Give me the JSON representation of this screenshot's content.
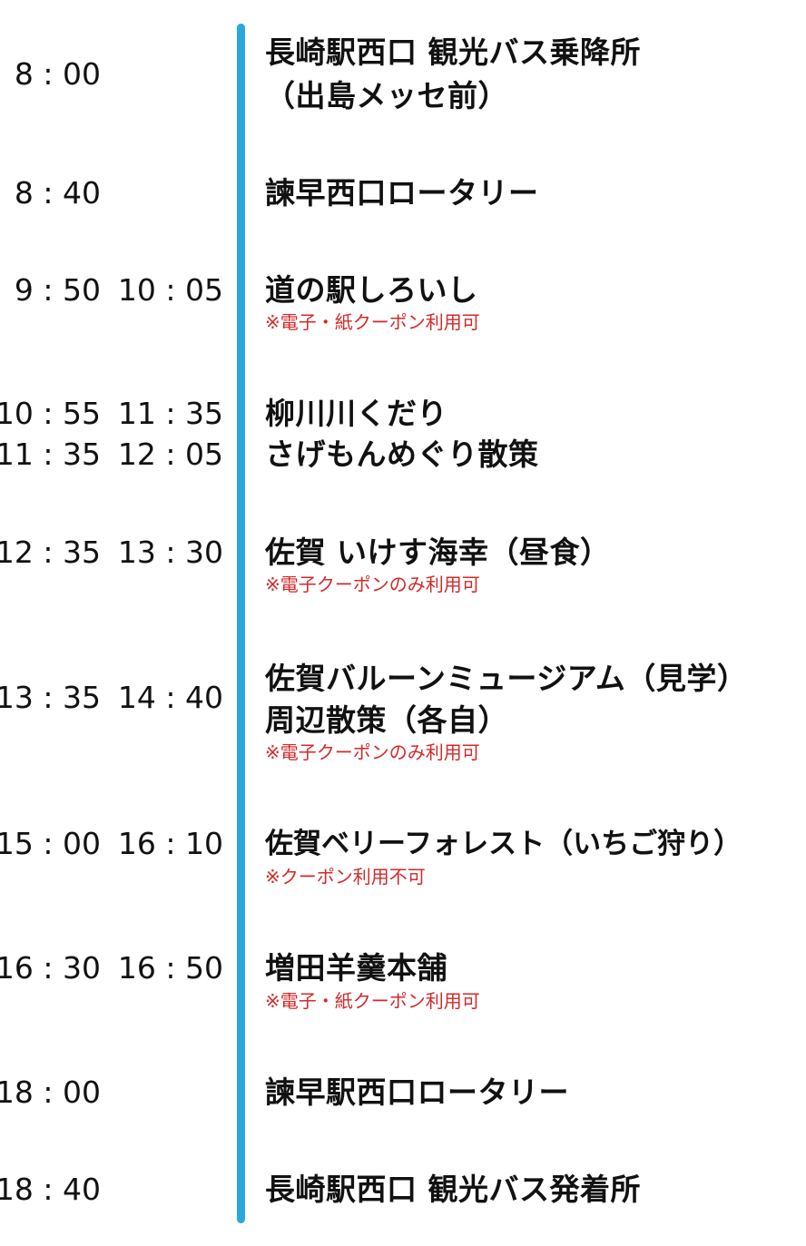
{
  "stops": [
    {
      "arrive": "8 : 00",
      "depart": "",
      "lines": [
        "長崎駅西口 観光バス乗降所",
        "（出島メッセ前）"
      ],
      "note": ""
    },
    {
      "arrive": "8 : 40",
      "depart": "",
      "lines": [
        "諫早西口ロータリー"
      ],
      "note": ""
    },
    {
      "arrive": "9 : 50",
      "depart": "10 : 05",
      "lines": [
        "道の駅しろいし"
      ],
      "note": "※電子・紙クーポン利用可"
    },
    {
      "arrive": "10 : 55",
      "depart": "11 : 35",
      "lines": [
        "柳川川くだり"
      ],
      "note": ""
    },
    {
      "arrive": "11 : 35",
      "depart": "12 : 05",
      "lines": [
        "さげもんめぐり散策"
      ],
      "note": ""
    },
    {
      "arrive": "12 : 35",
      "depart": "13 : 30",
      "lines": [
        "佐賀 いけす海幸（昼食）"
      ],
      "note": "※電子クーポンのみ利用可"
    },
    {
      "arrive": "13 : 35",
      "depart": "14 : 40",
      "lines": [
        "佐賀バルーンミュージアム（見学）",
        "周辺散策（各自）"
      ],
      "note": "※電子クーポンのみ利用可"
    },
    {
      "arrive": "15 : 00",
      "depart": "16 : 10",
      "lines": [
        "佐賀ベリーフォレスト（いちご狩り）"
      ],
      "note": "※クーポン利用不可"
    },
    {
      "arrive": "16 : 30",
      "depart": "16 : 50",
      "lines": [
        "増田羊羹本舗"
      ],
      "note": "※電子・紙クーポン利用可"
    },
    {
      "arrive": "18 : 00",
      "depart": "",
      "lines": [
        "諫早駅西口ロータリー"
      ],
      "note": ""
    },
    {
      "arrive": "18 : 40",
      "depart": "",
      "lines": [
        "長崎駅西口 観光バス発着所"
      ],
      "note": ""
    }
  ],
  "colors": {
    "timeline": "#2aa7df",
    "note": "#d12a2a"
  }
}
